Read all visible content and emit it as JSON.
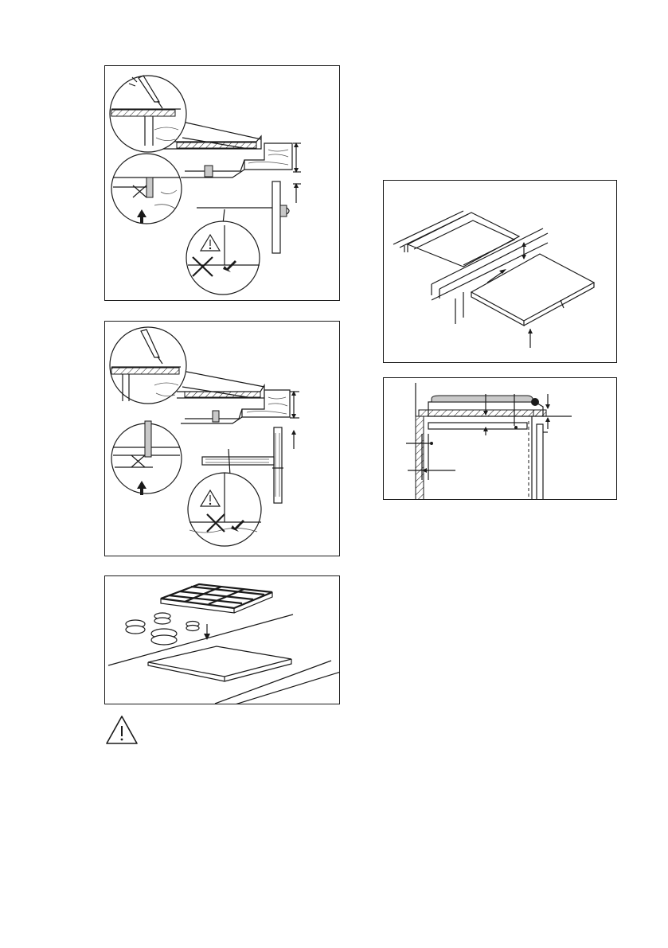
{
  "figures": [
    {
      "id": "fig-a",
      "icon": "sealing-strip-install-illustration"
    },
    {
      "id": "fig-b",
      "icon": "sealing-strip-install-illustration-variant"
    },
    {
      "id": "fig-c",
      "icon": "hob-assembly-illustration"
    },
    {
      "id": "fig-d",
      "icon": "hob-insertion-illustration"
    },
    {
      "id": "fig-e",
      "icon": "installation-distances-illustration"
    }
  ],
  "warning_icon": "warning-triangle-icon",
  "colors": {
    "line": "#1a1a1a",
    "background": "#ffffff",
    "shade": "#c9c9c9"
  }
}
